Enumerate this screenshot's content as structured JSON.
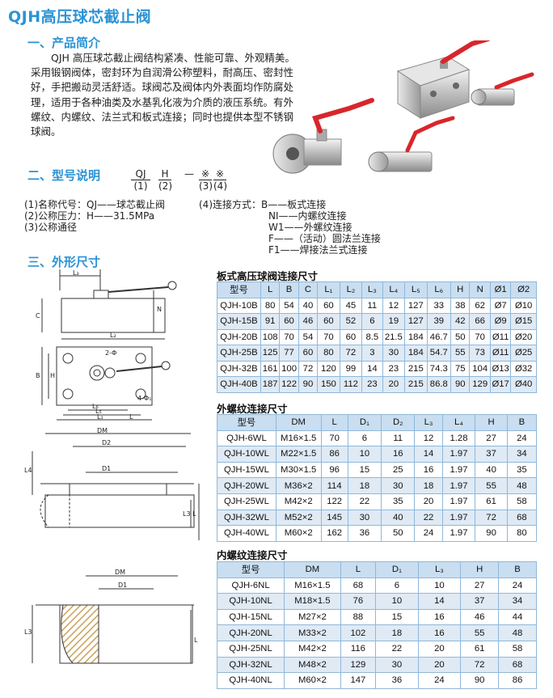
{
  "title": "QJH高压球芯截止阀",
  "section1": {
    "heading": "一、产品简介",
    "intro": "QJH 高压球芯截止阀结构紧凑、性能可靠、外观精美。采用锻钢阀体，密封环为自润滑公称塑料，耐高压、密封性好，手把搬动灵活舒适。球阀芯及阀体内外表面均作防腐处理，适用于各种油类及水基乳化液为介质的液压系统。有外螺纹、内螺纹、法兰式和板式连接；同时也提供本型不锈钢球阀。"
  },
  "section2": {
    "heading": "二、型号说明",
    "code": [
      {
        "top": "QJ",
        "bottom": "(1)"
      },
      {
        "top": "H",
        "bottom": "(2)"
      },
      {
        "top": "—",
        "bottom": ""
      },
      {
        "top": "※",
        "bottom": "(3)"
      },
      {
        "top": "※",
        "bottom": "(4)"
      }
    ],
    "left_items": [
      "(1)名称代号：QJ——球芯截止阀",
      "(2)公称压力：H——31.5MPa",
      "(3)公称通径"
    ],
    "right_items": [
      "(4)连接方式：B——板式连接",
      "NI——内螺纹连接",
      "W1——外螺纹连接",
      "F——（活动）圆法兰连接",
      "F1——焊接法兰式连接"
    ]
  },
  "section3": {
    "heading": "三、外形尺寸"
  },
  "drawing_labels": {
    "top": [
      "L₃",
      "C",
      "N",
      "L₂",
      "2-Φ",
      "B",
      "H",
      "L₆",
      "L₅",
      "L₁",
      "L",
      "4-Φ₁"
    ],
    "mid": [
      "DM",
      "D2",
      "D1",
      "L4",
      "L3",
      "L"
    ],
    "bot": [
      "DM",
      "D1",
      "L3",
      "L"
    ]
  },
  "table1": {
    "title": "板式高压球阀连接尺寸",
    "headers": [
      "型号",
      "L",
      "B",
      "C",
      "L₁",
      "L₂",
      "L₃",
      "L₄",
      "L₅",
      "L₆",
      "H",
      "N",
      "Ø1",
      "Ø2"
    ],
    "rows": [
      [
        "QJH-10B",
        "80",
        "54",
        "40",
        "60",
        "45",
        "11",
        "12",
        "127",
        "33",
        "38",
        "62",
        "Ø7",
        "Ø10"
      ],
      [
        "QJH-15B",
        "91",
        "60",
        "46",
        "60",
        "52",
        "6",
        "19",
        "127",
        "39",
        "42",
        "66",
        "Ø9",
        "Ø15"
      ],
      [
        "QJH-20B",
        "108",
        "70",
        "54",
        "70",
        "60",
        "8.5",
        "21.5",
        "184",
        "46.7",
        "50",
        "70",
        "Ø11",
        "Ø20"
      ],
      [
        "QJH-25B",
        "125",
        "77",
        "60",
        "80",
        "72",
        "3",
        "30",
        "184",
        "54.7",
        "55",
        "73",
        "Ø11",
        "Ø25"
      ],
      [
        "QJH-32B",
        "161",
        "100",
        "72",
        "120",
        "99",
        "14",
        "23",
        "215",
        "74.3",
        "75",
        "104",
        "Ø13",
        "Ø32"
      ],
      [
        "QJH-40B",
        "187",
        "122",
        "90",
        "150",
        "112",
        "23",
        "20",
        "215",
        "86.8",
        "90",
        "129",
        "Ø17",
        "Ø40"
      ]
    ]
  },
  "table2": {
    "title": "外螺纹连接尺寸",
    "headers": [
      "型号",
      "DM",
      "L",
      "D₁",
      "D₂",
      "L₃",
      "L₄",
      "H",
      "B"
    ],
    "rows": [
      [
        "QJH-6WL",
        "M16×1.5",
        "70",
        "6",
        "11",
        "12",
        "1.28",
        "27",
        "24"
      ],
      [
        "QJH-10WL",
        "M22×1.5",
        "86",
        "10",
        "16",
        "14",
        "1.97",
        "37",
        "34"
      ],
      [
        "QJH-15WL",
        "M30×1.5",
        "96",
        "15",
        "25",
        "16",
        "1.97",
        "40",
        "35"
      ],
      [
        "QJH-20WL",
        "M36×2",
        "114",
        "18",
        "30",
        "18",
        "1.97",
        "55",
        "48"
      ],
      [
        "QJH-25WL",
        "M42×2",
        "122",
        "22",
        "35",
        "20",
        "1.97",
        "61",
        "58"
      ],
      [
        "QJH-32WL",
        "M52×2",
        "145",
        "30",
        "40",
        "22",
        "1.97",
        "72",
        "68"
      ],
      [
        "QJH-40WL",
        "M60×2",
        "162",
        "36",
        "50",
        "24",
        "1.97",
        "90",
        "80"
      ]
    ]
  },
  "table3": {
    "title": "内螺纹连接尺寸",
    "headers": [
      "型号",
      "DM",
      "L",
      "D₁",
      "L₃",
      "H",
      "B"
    ],
    "rows": [
      [
        "QJH-6NL",
        "M16×1.5",
        "68",
        "6",
        "10",
        "27",
        "24"
      ],
      [
        "QJH-10NL",
        "M18×1.5",
        "76",
        "10",
        "14",
        "37",
        "34"
      ],
      [
        "QJH-15NL",
        "M27×2",
        "88",
        "15",
        "16",
        "46",
        "44"
      ],
      [
        "QJH-20NL",
        "M33×2",
        "102",
        "18",
        "16",
        "55",
        "48"
      ],
      [
        "QJH-25NL",
        "M42×2",
        "116",
        "22",
        "20",
        "61",
        "58"
      ],
      [
        "QJH-32NL",
        "M48×2",
        "129",
        "30",
        "20",
        "72",
        "68"
      ],
      [
        "QJH-40NL",
        "M60×2",
        "147",
        "36",
        "24",
        "90",
        "86"
      ]
    ]
  },
  "colors": {
    "heading_blue": "#2a93d5",
    "header_bg": "#c9def0",
    "row_alt": "#dfeaf5",
    "grid": "#8fb8da",
    "handle_red": "#d8262b"
  }
}
